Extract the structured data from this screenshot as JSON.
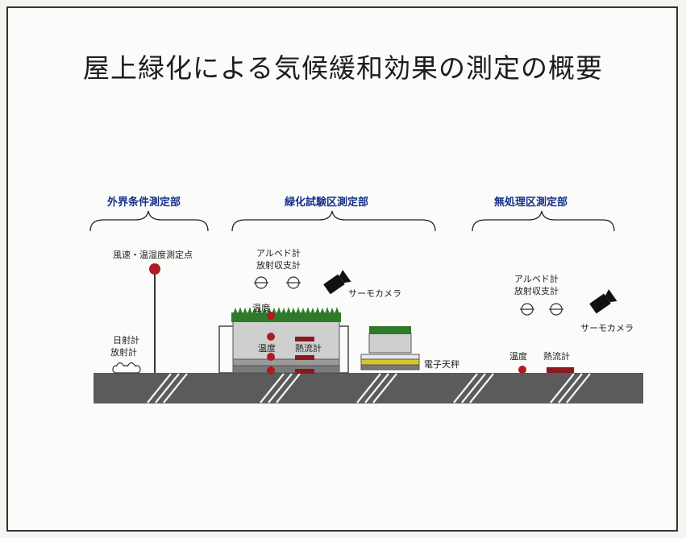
{
  "title": "屋上緑化による気候緩和効果の測定の概要",
  "sections": {
    "outdoor": "外界条件測定部",
    "green": "緑化試験区測定部",
    "untreated": "無処理区測定部"
  },
  "labels": {
    "wind_humidity_point": "風速・温湿度測定点",
    "sunshine_meter": "日射計",
    "radiation_meter": "放射計",
    "albedo_meter_1": "アルベド計",
    "net_radiometer_1": "放射収支計",
    "thermo_camera_1": "サーモカメラ",
    "temperature_1": "温度",
    "temperature_2": "温度",
    "heat_flux_meter_1": "熱流計",
    "electronic_balance": "電子天秤",
    "albedo_meter_2": "アルベド計",
    "net_radiometer_2": "放射収支計",
    "thermo_camera_2": "サーモカメラ",
    "temperature_3": "温度",
    "heat_flux_meter_2": "熱流計"
  },
  "colors": {
    "section_label": "#16308a",
    "roof_slab": "#5b5b5b",
    "sensor_point": "#b01a22",
    "heat_flux_plate": "#8b1a1e",
    "grass": "#2f7a2a",
    "soil": "#cfcfcf",
    "balance_tray": "#d7c62a"
  }
}
